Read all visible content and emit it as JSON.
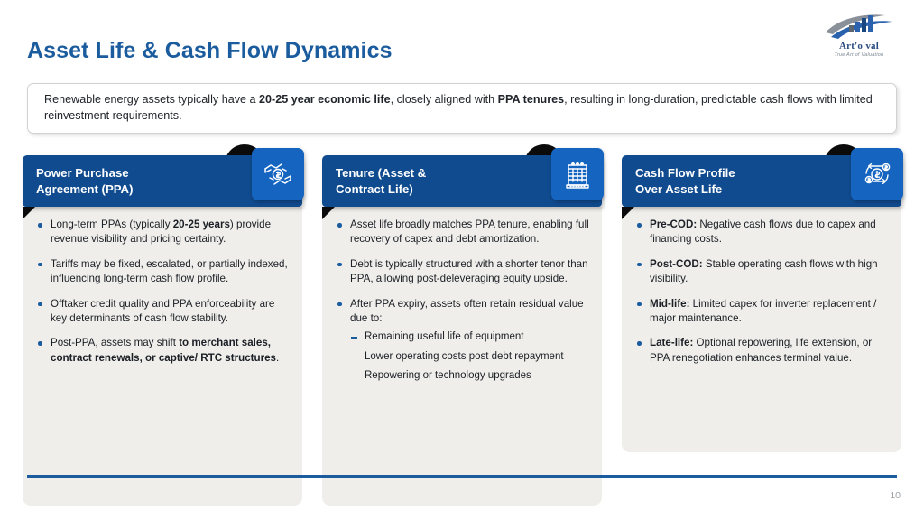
{
  "slide": {
    "title": "Asset Life & Cash Flow Dynamics",
    "page_number": "10"
  },
  "logo": {
    "name": "Art'o'val",
    "tagline": "True Art of Valuation",
    "mark_icon": "bar-chart-swoosh-logo-icon",
    "brand_color": "#2A4C82"
  },
  "banner": {
    "text_1": "Renewable energy assets typically have a ",
    "bold_1": "20-25 year economic life",
    "text_2": ", closely aligned with ",
    "bold_2": "PPA tenures",
    "text_3": ", resulting in long-duration, predictable cash flows with limited reinvestment requirements."
  },
  "cards": [
    {
      "title": "Power Purchase\nAgreement (PPA)",
      "icon": "hands-holding-coin-icon",
      "bullets": [
        {
          "parts": [
            {
              "text": "Long-term PPAs (typically ",
              "bold": false
            },
            {
              "text": "20-25 years",
              "bold": true
            },
            {
              "text": ") provide revenue visibility and pricing certainty.",
              "bold": false
            }
          ]
        },
        {
          "parts": [
            {
              "text": "Tariffs may be fixed, escalated, or partially indexed, influencing long-term cash flow profile.",
              "bold": false
            }
          ]
        },
        {
          "parts": [
            {
              "text": "Offtaker credit quality and PPA enforceability are key determinants of cash flow stability.",
              "bold": false
            }
          ]
        },
        {
          "parts": [
            {
              "text": "Post-PPA, assets may shift ",
              "bold": false
            },
            {
              "text": "to merchant sales, contract renewals, or captive/ RTC structures",
              "bold": true
            },
            {
              "text": ".",
              "bold": false
            }
          ]
        }
      ]
    },
    {
      "title": "Tenure (Asset &\nContract  Life)",
      "icon": "calendar-document-icon",
      "bullets": [
        {
          "parts": [
            {
              "text": "Asset life broadly matches PPA tenure, enabling full recovery of capex and debt amortization.",
              "bold": false
            }
          ]
        },
        {
          "parts": [
            {
              "text": "Debt is typically structured with a shorter tenor than PPA, allowing post-deleveraging equity upside.",
              "bold": false
            }
          ]
        },
        {
          "parts": [
            {
              "text": "After PPA expiry, assets often retain residual value due to:",
              "bold": false
            }
          ],
          "sub": [
            "Remaining useful life of equipment",
            "Lower operating costs post debt repayment",
            "Repowering or technology upgrades"
          ]
        }
      ]
    },
    {
      "title": "Cash Flow Profile\nOver Asset Life",
      "icon": "cash-flow-cycle-icon",
      "bullets": [
        {
          "parts": [
            {
              "text": "Pre-COD:",
              "bold": true
            },
            {
              "text": " Negative cash flows due to capex and financing costs.",
              "bold": false
            }
          ]
        },
        {
          "parts": [
            {
              "text": "Post-COD:",
              "bold": true
            },
            {
              "text": " Stable operating cash flows with high visibility.",
              "bold": false
            }
          ]
        },
        {
          "parts": [
            {
              "text": "Mid-life:",
              "bold": true
            },
            {
              "text": " Limited capex for inverter replacement / major maintenance.",
              "bold": false
            }
          ]
        },
        {
          "parts": [
            {
              "text": "Late-life:",
              "bold": true
            },
            {
              "text": " Optional repowering, life extension, or PPA renegotiation enhances terminal value.",
              "bold": false
            }
          ]
        }
      ]
    }
  ],
  "colors": {
    "title_blue": "#1B5C9E",
    "header_blue": "#104B8F",
    "icon_blue": "#1565C0",
    "card_body": "#EFEEEA",
    "notch_black": "#0B0B0B"
  }
}
